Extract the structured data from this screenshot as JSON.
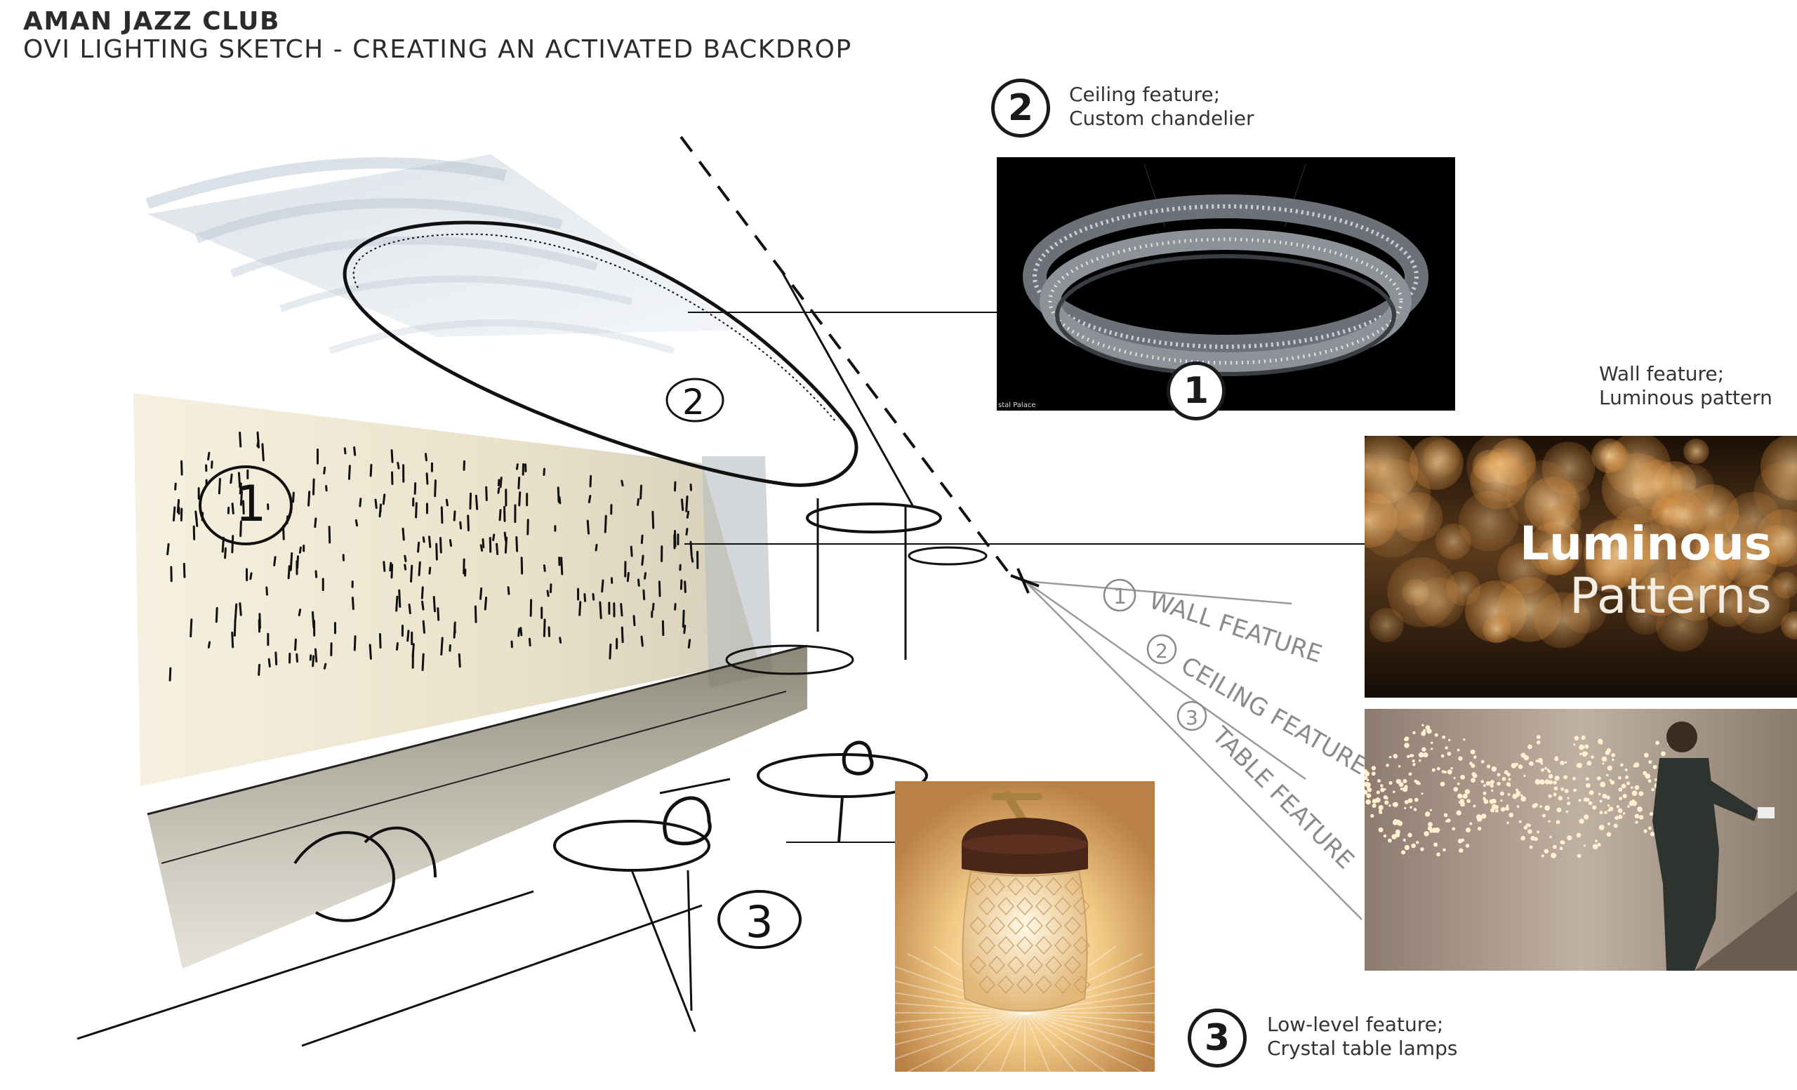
{
  "header": {
    "title": "AMAN JAZZ CLUB",
    "subtitle": "OVI LIGHTING SKETCH - CREATING AN ACTIVATED BACKDROP"
  },
  "callouts": [
    {
      "number": "2",
      "line1": "Ceiling feature;",
      "line2": "Custom chandelier"
    },
    {
      "number": "1",
      "line1": "Wall feature;",
      "line2": "Luminous pattern"
    },
    {
      "number": "3",
      "line1": "Low-level feature;",
      "line2": "Crystal table lamps"
    }
  ],
  "sketch_labels": {
    "wall_feature": "WALL FEATURE",
    "ceiling_feature": "CEILING FEATURE",
    "table_feature": "TABLE FEATURE",
    "n1": "1",
    "n2": "2",
    "n3": "3"
  },
  "images": {
    "chandelier_credit": "stal Palace",
    "luminous_line1": "Luminous",
    "luminous_line2": "Patterns"
  },
  "colors": {
    "accent_dark": "#1a1a1a",
    "warm_light": "#f5c680",
    "wall_wash": "#e9e1c8",
    "ceiling_wash": "#b9c5d1"
  }
}
